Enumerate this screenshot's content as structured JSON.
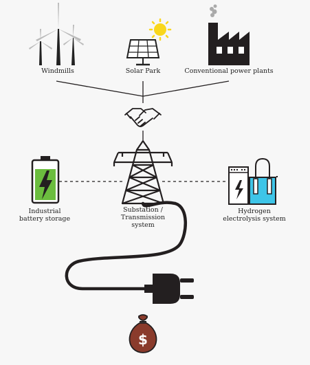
{
  "labels": {
    "windmills": "Windmills",
    "solar_park": "Solar Park",
    "conventional": "Conventional power plants",
    "battery_line1": "Industrial",
    "battery_line2": "battery storage",
    "substation_line1": "Substation /",
    "substation_line2": "Transmission",
    "substation_line3": "system",
    "hydrogen_line1": "Hydrogen",
    "hydrogen_line2": "electrolysis system"
  },
  "icons": [
    "windmills-icon",
    "solar-panel-icon",
    "sun-icon",
    "factory-icon",
    "handshake-icon",
    "transmission-tower-icon",
    "battery-icon",
    "hydrogen-electrolysis-icon",
    "power-plug-icon",
    "money-bag-icon"
  ],
  "colors": {
    "sun": "#f9d71c",
    "battery": "#6bbd3e",
    "water": "#3ec5e8",
    "bag": "#8a3b2c",
    "stroke": "#231f20"
  }
}
